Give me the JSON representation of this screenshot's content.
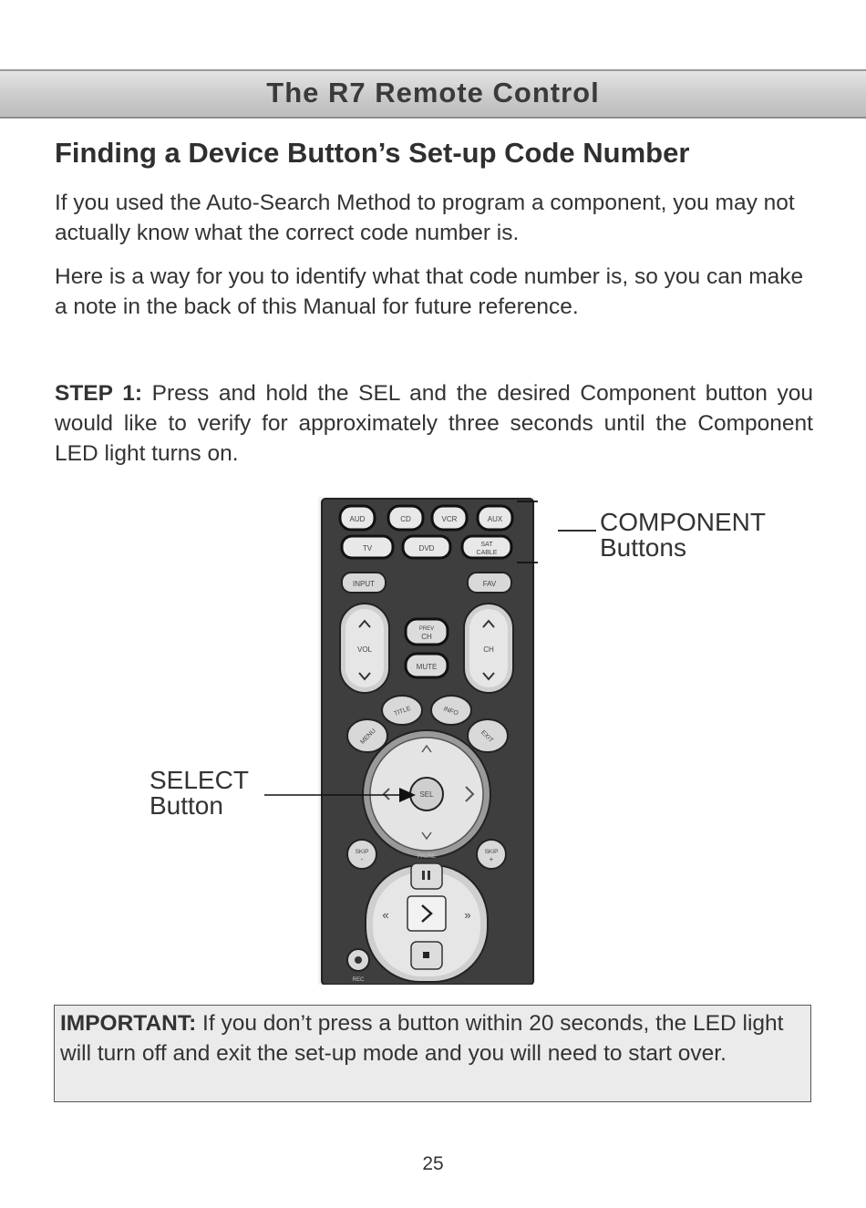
{
  "header": {
    "title": "The R7 Remote Control"
  },
  "section": {
    "title": "Finding a Device Button’s Set-up Code Number"
  },
  "paragraphs": {
    "p1": "If you used the Auto-Search Method to program a component, you may not actually know what the correct code number is.",
    "p2": "Here is a way for you to identify what that code number is, so you can make a note in the back of this Manual for future reference."
  },
  "step1": {
    "label": "STEP 1:",
    "text": " Press and hold the SEL and the desired Component button you would like to verify for approximately three seconds until the Component LED light turns on."
  },
  "callouts": {
    "component_line1": "COMPONENT",
    "component_line2": "Buttons",
    "select_line1": "SELECT",
    "select_line2": "Button"
  },
  "remote_labels": {
    "aud": "AUD",
    "cd": "CD",
    "vcr": "VCR",
    "aux": "AUX",
    "tv": "TV",
    "dvd": "DVD",
    "sat_line1": "SAT",
    "sat_line2": "CABLE",
    "input": "INPUT",
    "fav": "FAV",
    "vol": "VOL",
    "ch": "CH",
    "prev_line1": "PREV",
    "prev_line2": "CH",
    "mute": "MUTE",
    "menu": "MENU",
    "title": "TITLE",
    "info": "INFO",
    "exit": "EXIT",
    "sel": "SEL",
    "skip_minus_line1": "SKIP",
    "skip_minus_line2": "-",
    "skip_plus_line1": "SKIP",
    "skip_plus_line2": "+",
    "pause": "PAUSE",
    "rec": "REC"
  },
  "important": {
    "label": "IMPORTANT:",
    "text": " If you don’t press a button within 20 seconds, the LED light will turn off and exit the set-up mode and you will need to start over."
  },
  "page_number": "25"
}
